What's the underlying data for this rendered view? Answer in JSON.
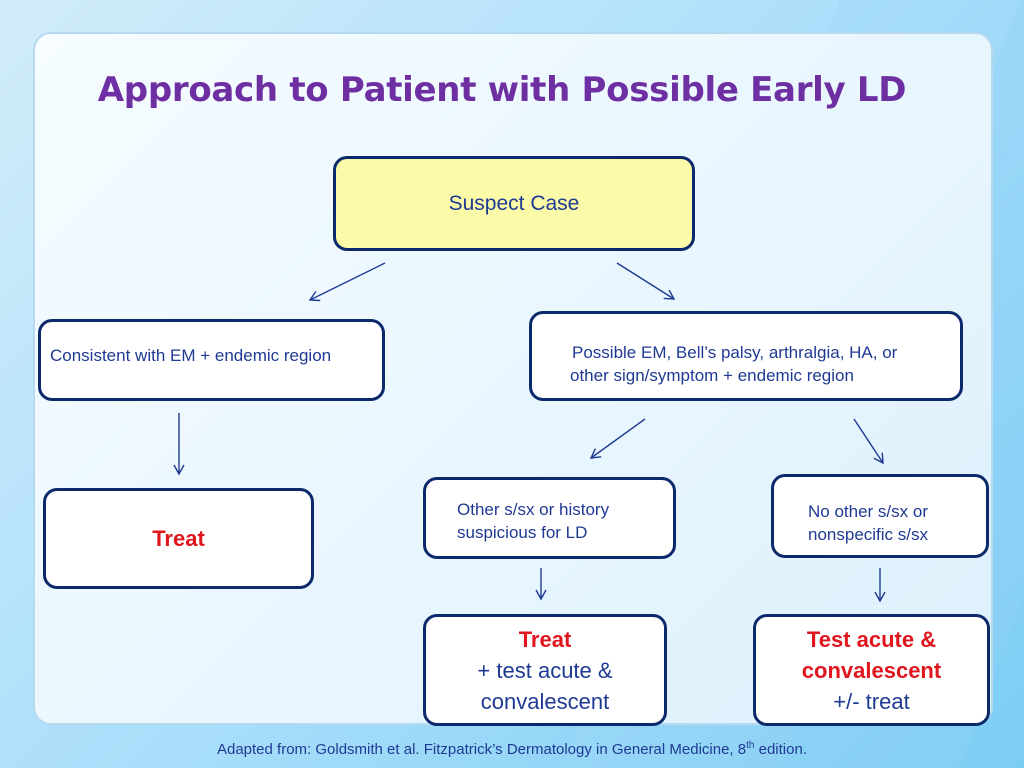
{
  "title": "Approach to Patient with Possible Early LD",
  "nodes": {
    "suspect": "Suspect Case",
    "em_region": "Consistent with EM + endemic region",
    "possible": [
      "Possible EM, Bell’s palsy, arthralgia, HA, or",
      "other sign/symptom + endemic region"
    ],
    "treat_left": "Treat",
    "other_sx": [
      "Other s/sx or history",
      "suspicious for LD"
    ],
    "no_other_sx": [
      "No other s/sx or",
      "nonspecific s/sx"
    ],
    "treat_test": {
      "bold": "Treat",
      "lines": [
        "+ test acute &",
        "convalescent"
      ]
    },
    "test_treat": {
      "bold_lines": [
        "Test acute &",
        "convalescent"
      ],
      "line": "+/- treat"
    }
  },
  "footer": {
    "text": "Adapted from:  Goldsmith et al. Fitzpatrick’s Dermatology in General Medicine, 8",
    "sup": "th",
    "tail": " edition."
  },
  "colors": {
    "title": "#6e2fa2",
    "text": "#1f3a93",
    "border": "#0c2a6b",
    "highlight_box": "#fbfaa8",
    "emphasis": "#e0161e"
  }
}
